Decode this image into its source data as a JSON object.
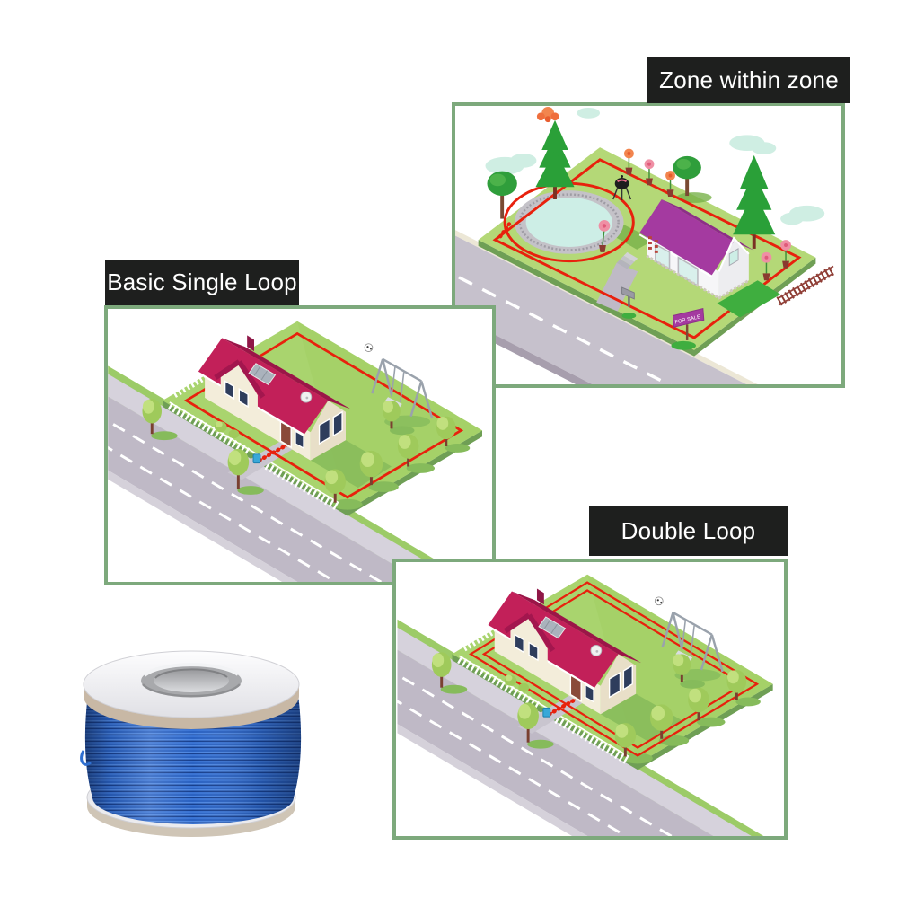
{
  "panels": [
    {
      "name": "zone-within-zone",
      "label": "Zone within zone"
    },
    {
      "name": "basic-single-loop",
      "label": "Basic Single Loop"
    },
    {
      "name": "double-loop",
      "label": "Double Loop"
    }
  ],
  "signs": {
    "for_sale": "FOR SALE"
  },
  "objects": {
    "spool": "spool-of-blue-boundary-wire"
  },
  "colors": {
    "panel_border": "#7da97c",
    "label_background": "#1e1f1e",
    "label_text": "#ffffff",
    "boundary_wire_red": "#e8210d",
    "lawn_green": "#a9d46e",
    "zone_lawn_green": "#b4d877",
    "road_gray": "#bfb9c6",
    "roof_crimson": "#c22059",
    "roof_magenta": "#a43aa0",
    "pond_water": "#cdeee6",
    "spool_wire_blue": "#2e6fd0"
  }
}
